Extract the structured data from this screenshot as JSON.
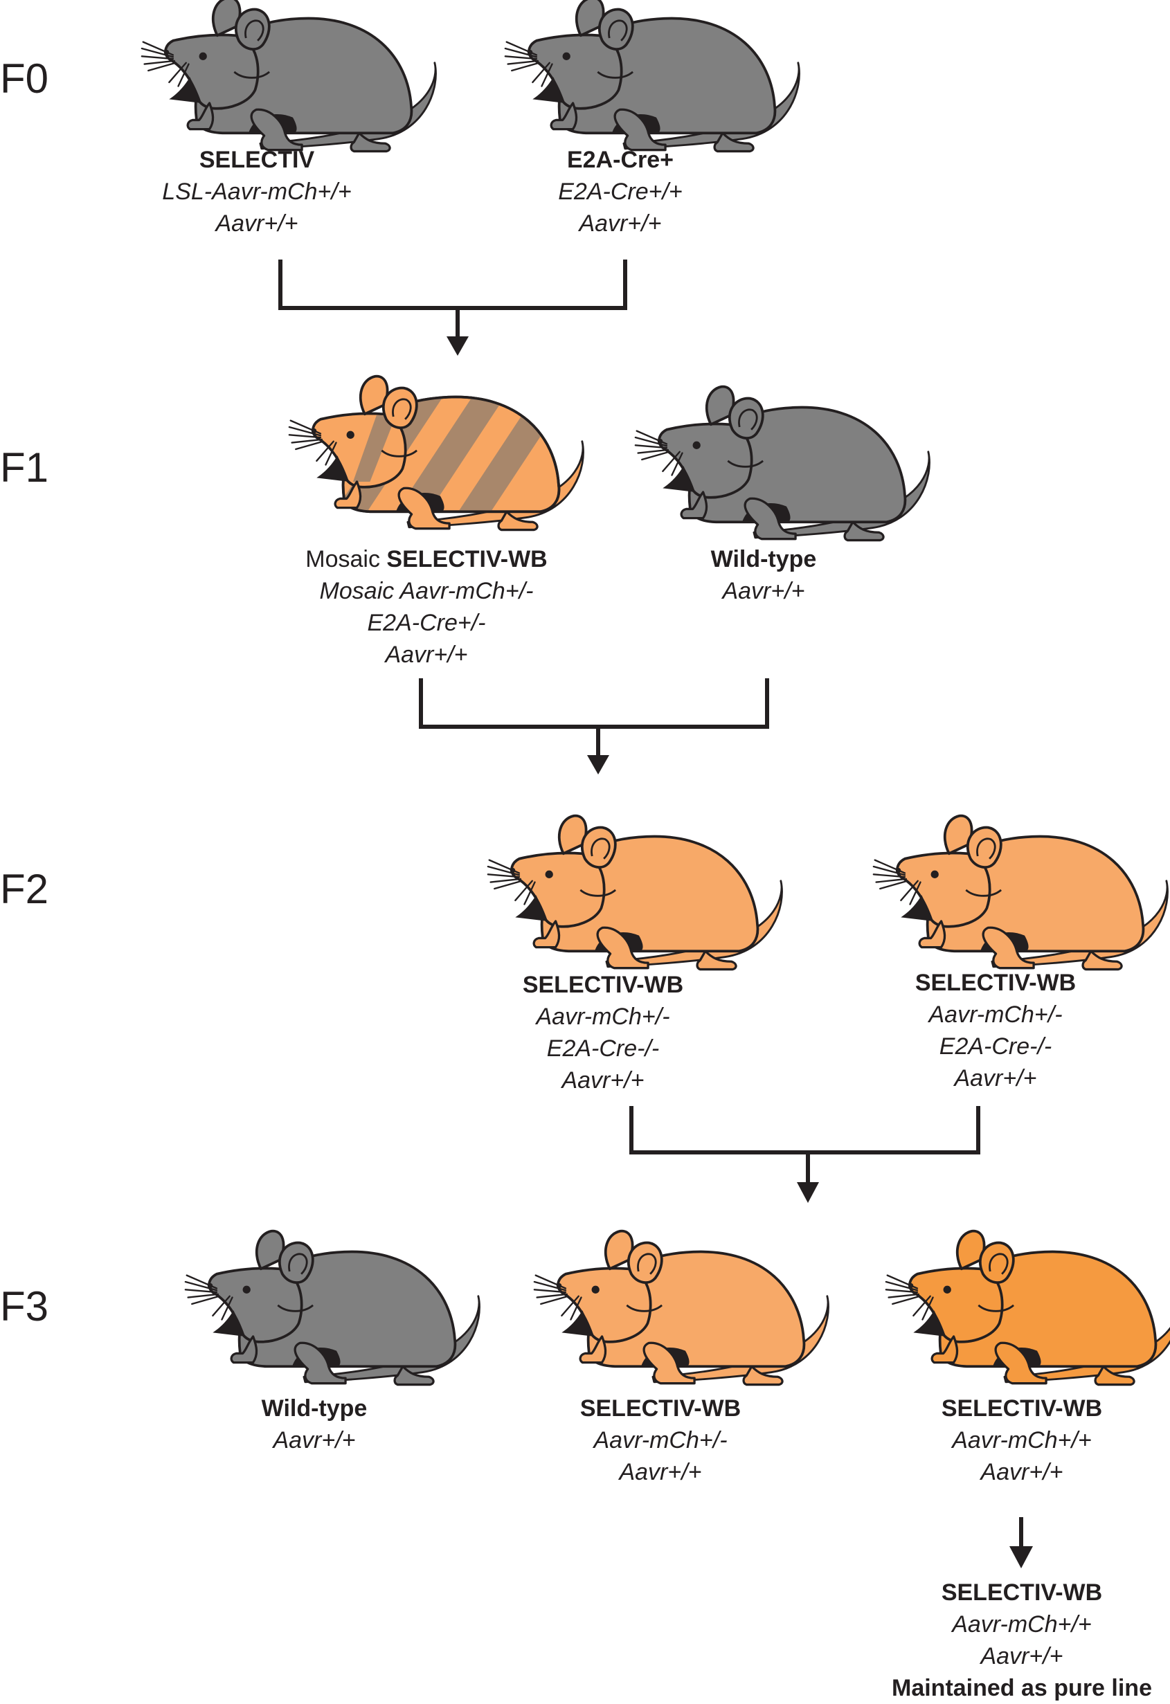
{
  "colors": {
    "wildtype": "#808080",
    "het": "#f7a968",
    "homo": "#f59a40",
    "mosaic_base": "#f8a662",
    "mosaic_stripe": "#a8876b",
    "line": "#231f20"
  },
  "generations": {
    "f0": "F0",
    "f1": "F1",
    "f2": "F2",
    "f3": "F3"
  },
  "f0": {
    "left": {
      "name": "SELECTIV",
      "g1": "LSL-Aavr-mCh+/+",
      "g2": "Aavr+/+"
    },
    "right": {
      "name": "E2A-Cre+",
      "g1": "E2A-Cre+/+",
      "g2": "Aavr+/+"
    }
  },
  "f1": {
    "left": {
      "prefix": "Mosaic ",
      "name": "SELECTIV-WB",
      "g1": "Mosaic Aavr-mCh+/-",
      "g2": "E2A-Cre+/-",
      "g3": "Aavr+/+"
    },
    "right": {
      "name": "Wild-type",
      "g1": "Aavr+/+"
    }
  },
  "f2": {
    "left": {
      "name": "SELECTIV-WB",
      "g1": "Aavr-mCh+/-",
      "g2": "E2A-Cre-/-",
      "g3": "Aavr+/+"
    },
    "right": {
      "name": "SELECTIV-WB",
      "g1": "Aavr-mCh+/-",
      "g2": "E2A-Cre-/-",
      "g3": "Aavr+/+"
    }
  },
  "f3": {
    "left": {
      "name": "Wild-type",
      "g1": "Aavr+/+"
    },
    "middle": {
      "name": "SELECTIV-WB",
      "g1": "Aavr-mCh+/-",
      "g2": "Aavr+/+"
    },
    "right": {
      "name": "SELECTIV-WB",
      "g1": "Aavr-mCh+/+",
      "g2": "Aavr+/+"
    }
  },
  "final": {
    "name": "SELECTIV-WB",
    "g1": "Aavr-mCh+/+",
    "g2": "Aavr+/+",
    "note": "Maintained as pure line"
  }
}
